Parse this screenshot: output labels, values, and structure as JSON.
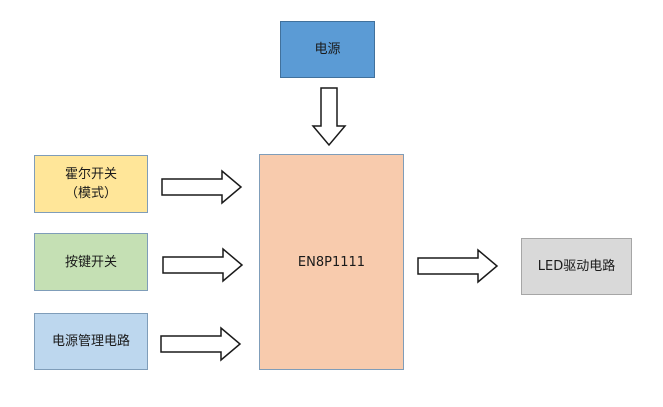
{
  "diagram": {
    "nodes": {
      "power": {
        "label": "电源",
        "fill": "#5b9bd5",
        "border": "#41719c"
      },
      "hall_switch": {
        "label": "霍尔开关\n（模式）",
        "fill": "#ffe699",
        "border": "#7f9db9"
      },
      "key_switch": {
        "label": "按键开关",
        "fill": "#c5e0b4",
        "border": "#7f9db9"
      },
      "power_mgmt": {
        "label": "电源管理电路",
        "fill": "#bdd7ee",
        "border": "#7f9db9"
      },
      "mcu": {
        "label": "EN8P1111",
        "fill": "#f8cbad",
        "border": "#7f9db9"
      },
      "led_driver": {
        "label": "LED驱动电路",
        "fill": "#d9d9d9",
        "border": "#a6a6a6"
      }
    },
    "edges": [
      {
        "from": "power",
        "to": "mcu"
      },
      {
        "from": "hall_switch",
        "to": "mcu"
      },
      {
        "from": "key_switch",
        "to": "mcu"
      },
      {
        "from": "power_mgmt",
        "to": "mcu"
      },
      {
        "from": "mcu",
        "to": "led_driver"
      }
    ]
  }
}
